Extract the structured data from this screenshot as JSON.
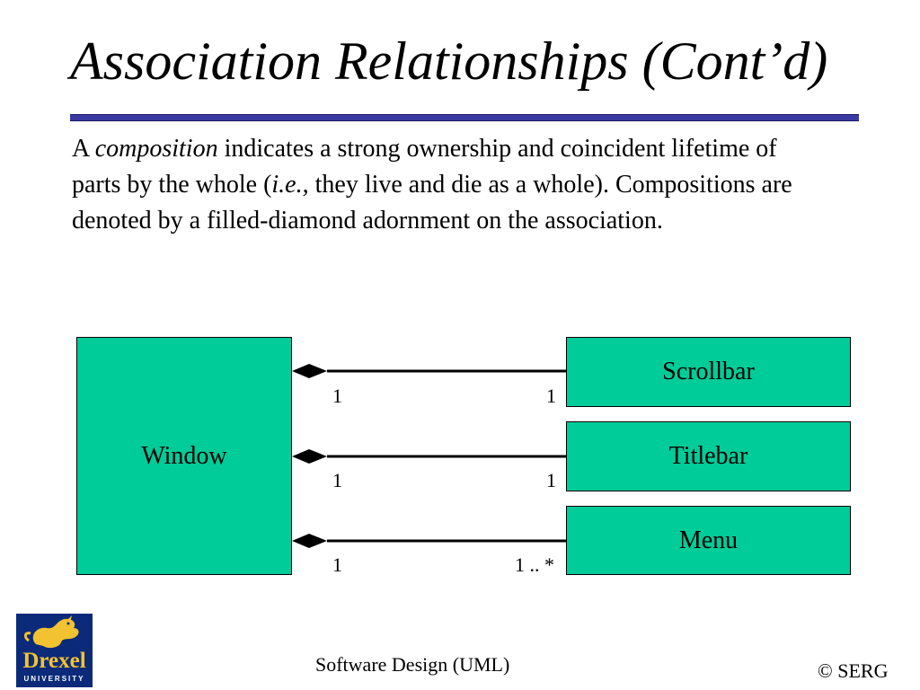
{
  "slide": {
    "title": "Association Relationships (Cont’d)",
    "body": {
      "part1": "A ",
      "em1": "composition",
      "part2": " indicates a strong ownership and coincident lifetime of parts by the whole (",
      "em2": "i.e.,",
      "part3": " they live and die as a whole). Compositions are denoted by a filled-diamond adornment on the association."
    }
  },
  "diagram": {
    "whole": {
      "name": "Window"
    },
    "parts": [
      {
        "name": "Scrollbar",
        "mult_whole": "1",
        "mult_part": "1"
      },
      {
        "name": "Titlebar",
        "mult_whole": "1",
        "mult_part": "1"
      },
      {
        "name": "Menu",
        "mult_whole": "1",
        "mult_part": "1 .. *"
      }
    ],
    "colors": {
      "box_fill": "#00cc99",
      "rule": "#3a3aa0"
    }
  },
  "footer": {
    "center": "Software Design (UML)",
    "right": "© SERG",
    "logo_text": "Drexel",
    "logo_subtext": "UNIVERSITY"
  }
}
